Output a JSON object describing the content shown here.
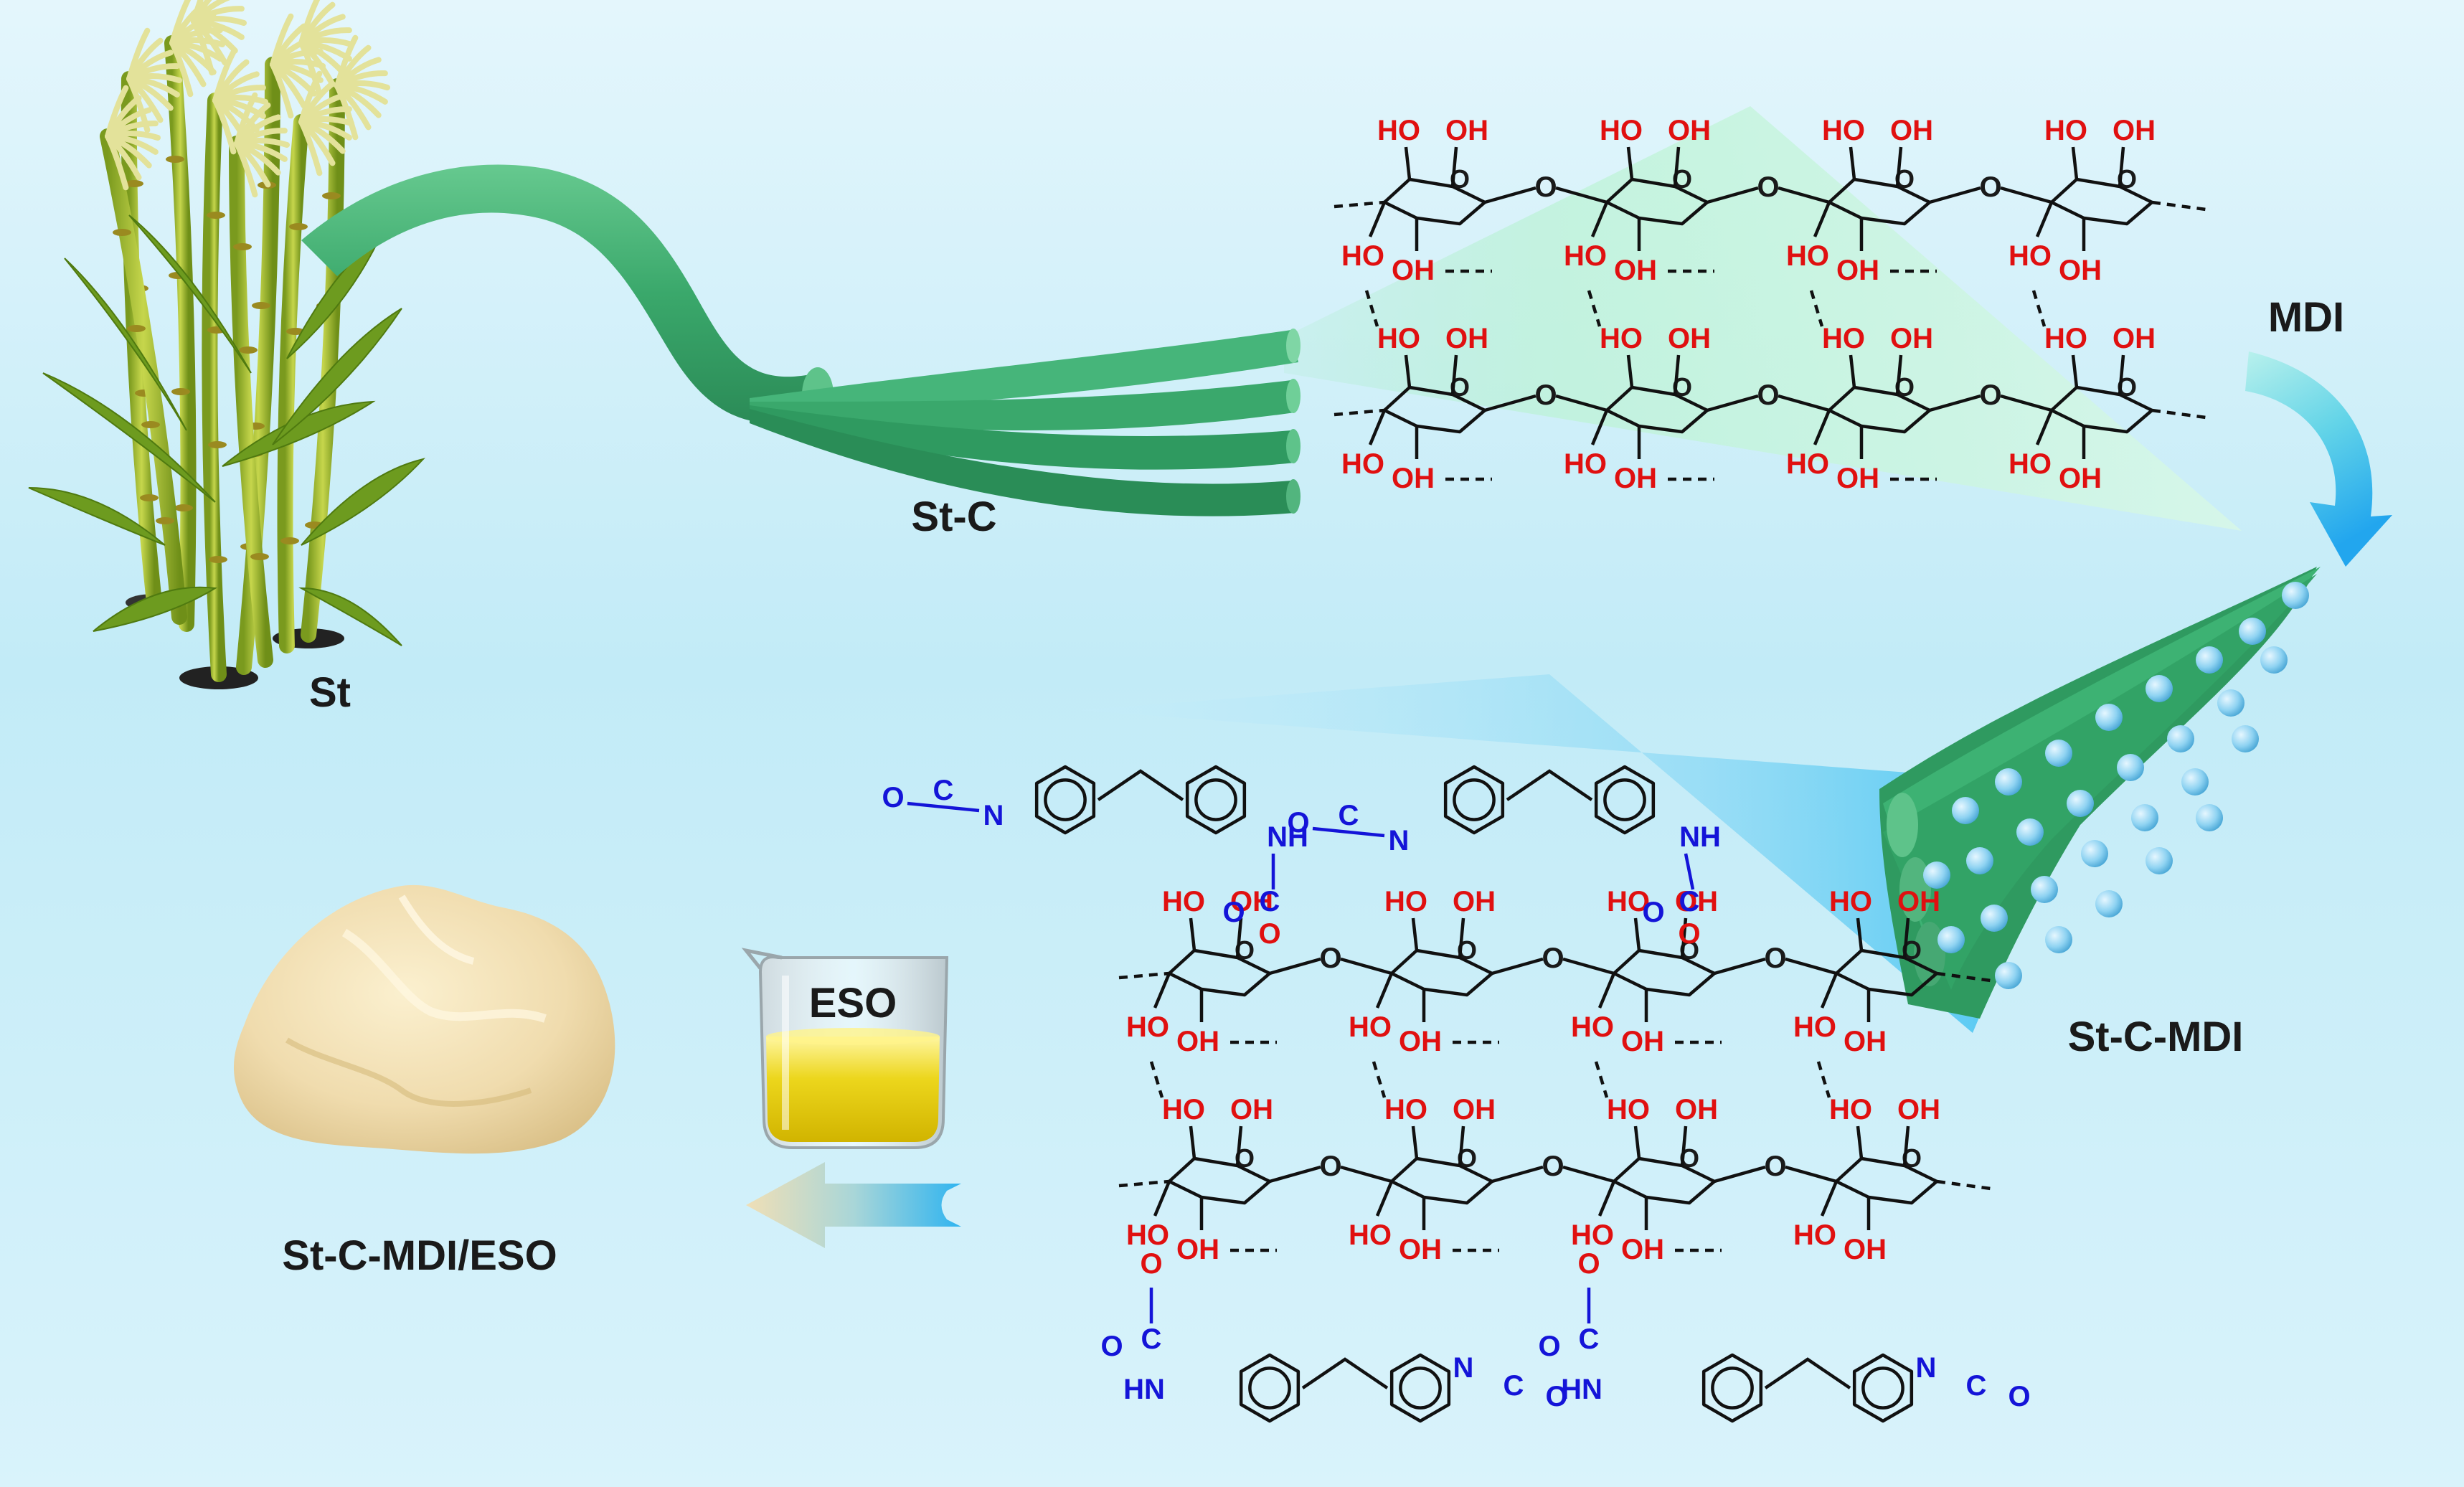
{
  "labels": {
    "st": "St",
    "st_c": "St-C",
    "mdi": "MDI",
    "st_c_mdi": "St-C-MDI",
    "eso": "ESO",
    "st_c_mdi_eso": "St-C-MDI/ESO"
  },
  "chem": {
    "hydroxyl": "HO",
    "hydroxyl_r": "OH",
    "oxygen": "O",
    "carbon": "C",
    "nitrogen": "N",
    "amine": "NH",
    "amine_l": "HN"
  },
  "colors": {
    "background_top": "#d8f2fb",
    "background_mid": "#bfe9f6",
    "fiber_green": "#3daa6e",
    "hydroxyl_red": "#e01010",
    "isocyanate_blue": "#1414d8",
    "oil_yellow": "#e6d21a",
    "gel_cream": "#f1dfb5"
  }
}
